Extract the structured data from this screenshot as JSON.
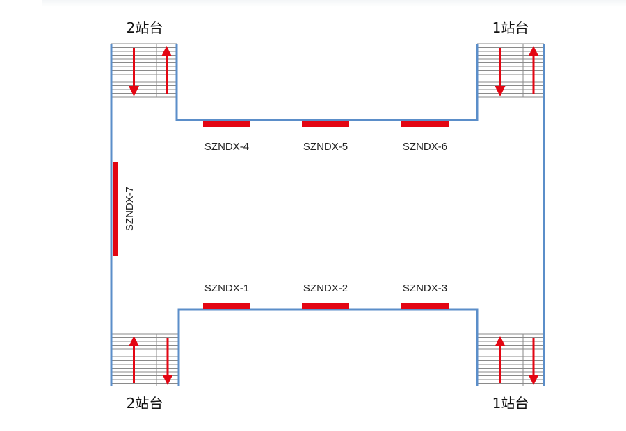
{
  "colors": {
    "wall": "#5b8ec9",
    "device": "#e30613",
    "stair_line": "#8a8a8a",
    "arrow": "#e30613"
  },
  "platforms": {
    "top_left": "2站台",
    "top_right": "1站台",
    "bottom_left": "2站台",
    "bottom_right": "1站台"
  },
  "devices": {
    "d1": "SZNDX-1",
    "d2": "SZNDX-2",
    "d3": "SZNDX-3",
    "d4": "SZNDX-4",
    "d5": "SZNDX-5",
    "d6": "SZNDX-6",
    "d7": "SZNDX-7"
  },
  "stairs": [
    {
      "id": "top-left",
      "arrows": [
        "down",
        "up"
      ]
    },
    {
      "id": "top-right",
      "arrows": [
        "down",
        "up"
      ]
    },
    {
      "id": "bottom-left",
      "arrows": [
        "up",
        "down"
      ]
    },
    {
      "id": "bottom-right",
      "arrows": [
        "up",
        "down"
      ]
    }
  ]
}
